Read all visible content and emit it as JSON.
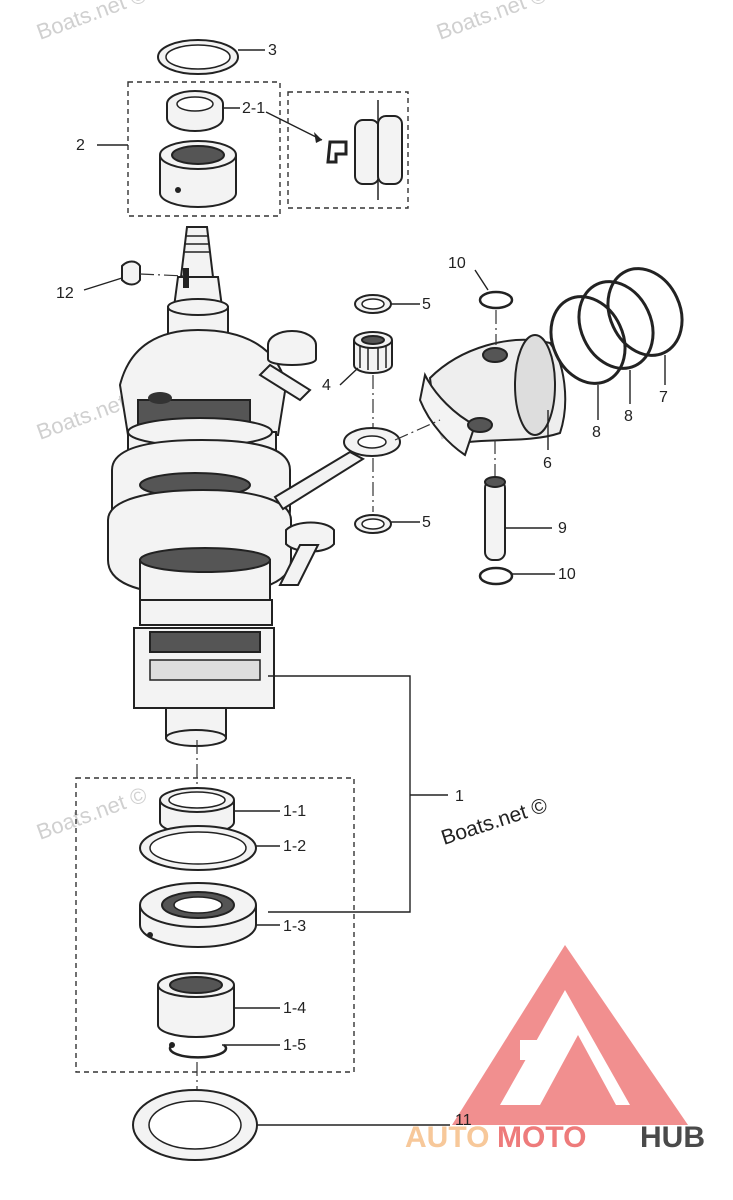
{
  "watermark": "Boats.net ©",
  "copyright": "Boats.net ©",
  "logo": {
    "text_part1": "AUTO",
    "text_part2": "MOTO",
    "text_part3": "HUB",
    "color_light": "#f7c89a",
    "color_red": "#ee7b7b",
    "color_dark": "#4a4a4a"
  },
  "callouts": {
    "c1": "1",
    "c1_1": "1-1",
    "c1_2": "1-2",
    "c1_3": "1-3",
    "c1_4": "1-4",
    "c1_5": "1-5",
    "c2": "2",
    "c2_1": "2-1",
    "c3": "3",
    "c4": "4",
    "c5a": "5",
    "c5b": "5",
    "c6": "6",
    "c7": "7",
    "c8a": "8",
    "c8b": "8",
    "c9": "9",
    "c10a": "10",
    "c10b": "10",
    "c11": "11",
    "c12": "12"
  }
}
